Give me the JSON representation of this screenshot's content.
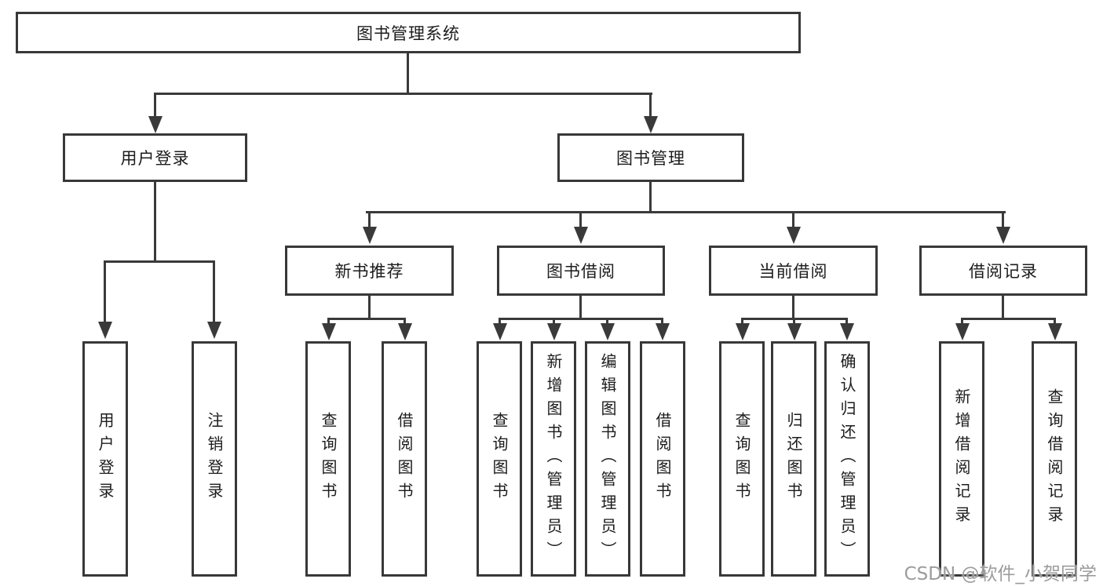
{
  "tree": {
    "root": "图书管理系统",
    "branches": [
      {
        "label": "用户登录",
        "children": [
          "用户登录",
          "注销登录"
        ]
      },
      {
        "label": "图书管理",
        "groups": [
          {
            "label": "新书推荐",
            "children": [
              "查询图书",
              "借阅图书"
            ]
          },
          {
            "label": "图书借阅",
            "children": [
              "查询图书",
              "新增图书（管理员）",
              "编辑图书（管理员）",
              "借阅图书"
            ]
          },
          {
            "label": "当前借阅",
            "children": [
              "查询图书",
              "归还图书",
              "确认归还（管理员）"
            ]
          },
          {
            "label": "借阅记录",
            "children": [
              "新增借阅记录",
              "查询借阅记录"
            ]
          }
        ]
      }
    ]
  },
  "watermark": "CSDN @软件_小贺同学",
  "colors": {
    "line": "#3a3a3a",
    "text": "#1c1c1c",
    "watermark": "#9c9c9c",
    "background": "#ffffff"
  }
}
